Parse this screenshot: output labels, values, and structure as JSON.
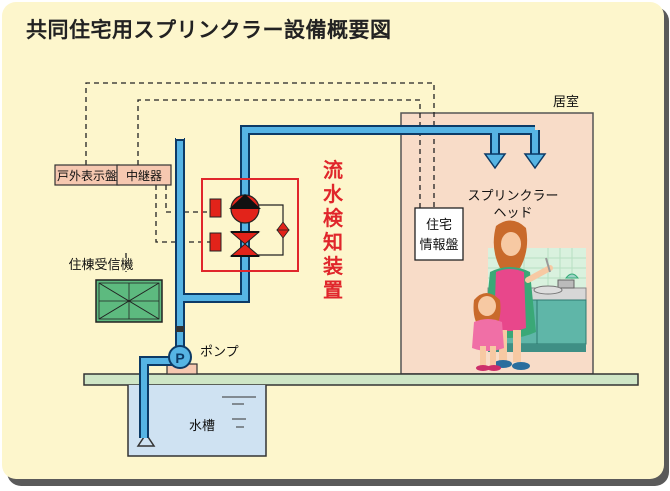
{
  "title": "共同住宅用スプリンクラー設備概要図",
  "labels": {
    "outdoor_panel": "戸外表示盤",
    "relay": "中継器",
    "building_receiver": "住棟受信機",
    "pump": "ポンプ",
    "pump_symbol": "P",
    "water_tank": "水槽",
    "flow_detector_chars": [
      "流",
      "水",
      "検",
      "知",
      "装",
      "置"
    ],
    "room": "居室",
    "sprinkler_head_line1": "スプリンクラー",
    "sprinkler_head_line2": "ヘッド",
    "residential_panel_line1": "住宅",
    "residential_panel_line2": "情報盤"
  },
  "colors": {
    "background": "#fdf6cc",
    "pipe": "#56b4e4",
    "pipe_outline": "#0c3a66",
    "room": "#f8dcc8",
    "panel": "#f6c8b0",
    "ground": "#cfe6c6",
    "water": "#cfe2f2",
    "valve_red": "#e2231a",
    "accent_red": "#e0262b"
  }
}
